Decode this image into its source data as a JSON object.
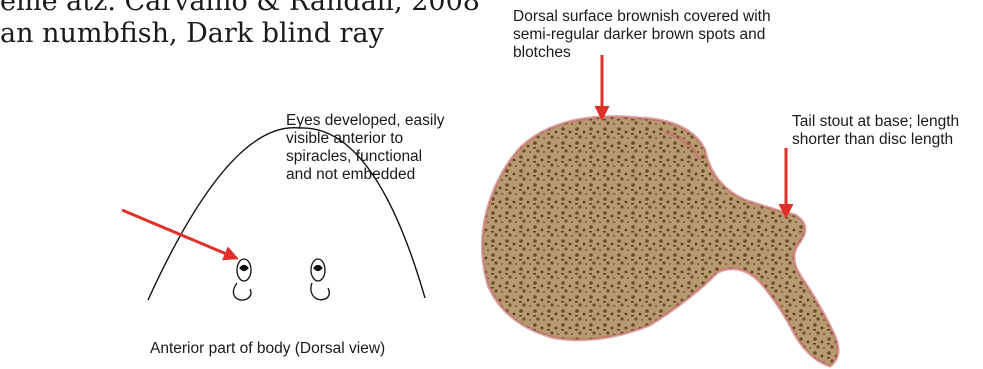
{
  "title": {
    "line1": "eme atz. Carvalho & Randall, 2008",
    "line2": "an numbfish, Dark blind ray"
  },
  "annotations": {
    "eyes": [
      "Eyes developed, easily",
      "visible anterior to",
      "spiracles, functional",
      "and not embedded"
    ],
    "dorsal": [
      "Dorsal surface brownish covered with",
      "semi-regular darker brown spots and",
      "blotches"
    ],
    "tail": [
      "Tail stout at base; length",
      "shorter than disc length"
    ]
  },
  "caption": "Anterior part of body (Dorsal view)",
  "colors": {
    "arrow": "#e0302a",
    "ray_body": "#b89a70",
    "ray_spots": "#6b4a2a",
    "ray_edge": "#c46a6a"
  }
}
